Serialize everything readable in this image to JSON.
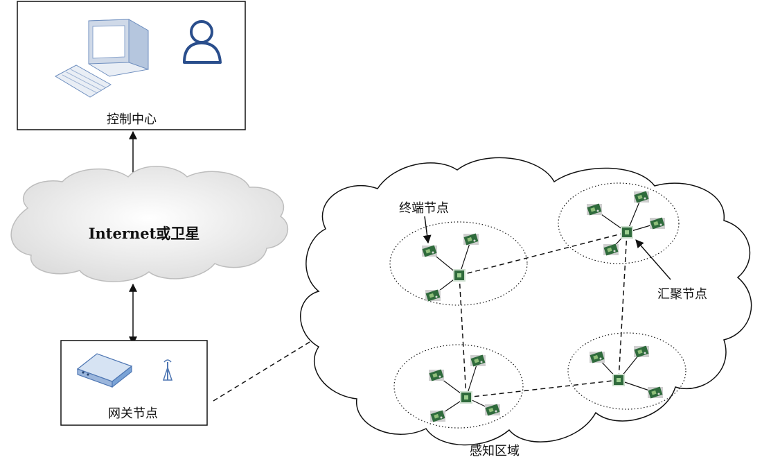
{
  "labels": {
    "control_center": "控制中心",
    "internet": "Internet或卫星",
    "gateway": "网关节点",
    "end_node": "终端节点",
    "sink_node": "汇聚节点",
    "sensing_area": "感知区域"
  },
  "icons": {
    "computer": "computer-icon",
    "user": "user-icon",
    "router": "router-icon",
    "antenna": "antenna-icon",
    "sensor": "sensor-node-icon"
  },
  "colors": {
    "line": "#111111",
    "cloud_fill": "#f2f2f2",
    "sensor_green": "#2f6b3c",
    "user_stroke": "#2a4e8c",
    "device_blue": "#7aa3d6"
  }
}
